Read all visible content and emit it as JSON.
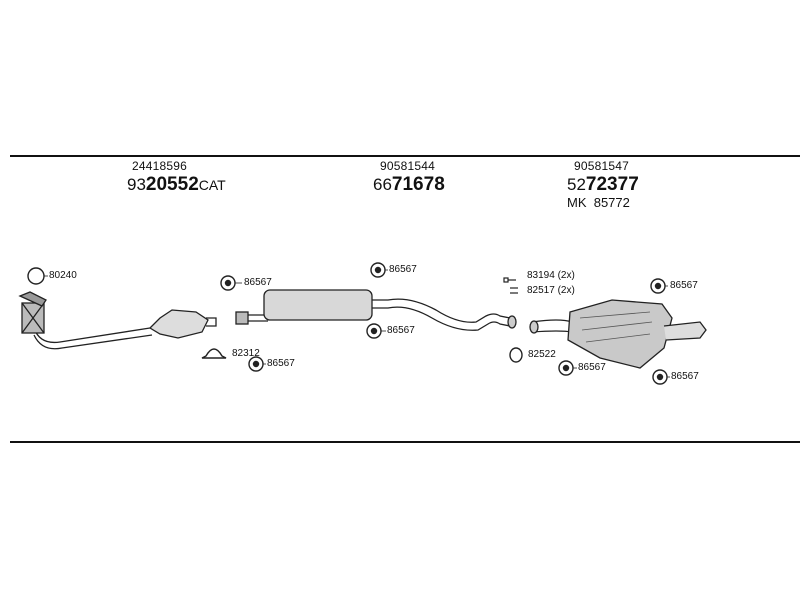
{
  "groups": [
    {
      "part_no": "24418596",
      "ref_prefix": "93",
      "ref_bold": "20552",
      "ref_suffix": "CAT"
    },
    {
      "part_no": "90581544",
      "ref_prefix": "66",
      "ref_bold": "71678",
      "ref_suffix": ""
    },
    {
      "part_no": "90581547",
      "ref_prefix": "52",
      "ref_bold": "72377",
      "ref_suffix": "",
      "extra": "MK  85772"
    }
  ],
  "labels": {
    "l80240": "80240",
    "l86567_a": "86567",
    "l86567_b": "86567",
    "l86567_c": "86567",
    "l86567_d": "86567",
    "l86567_e": "86567",
    "l86567_f": "86567",
    "l86567_g": "86567",
    "l82312": "82312",
    "l83194": "83194 (2x)",
    "l82517": "82517 (2x)",
    "l82522": "82522"
  }
}
